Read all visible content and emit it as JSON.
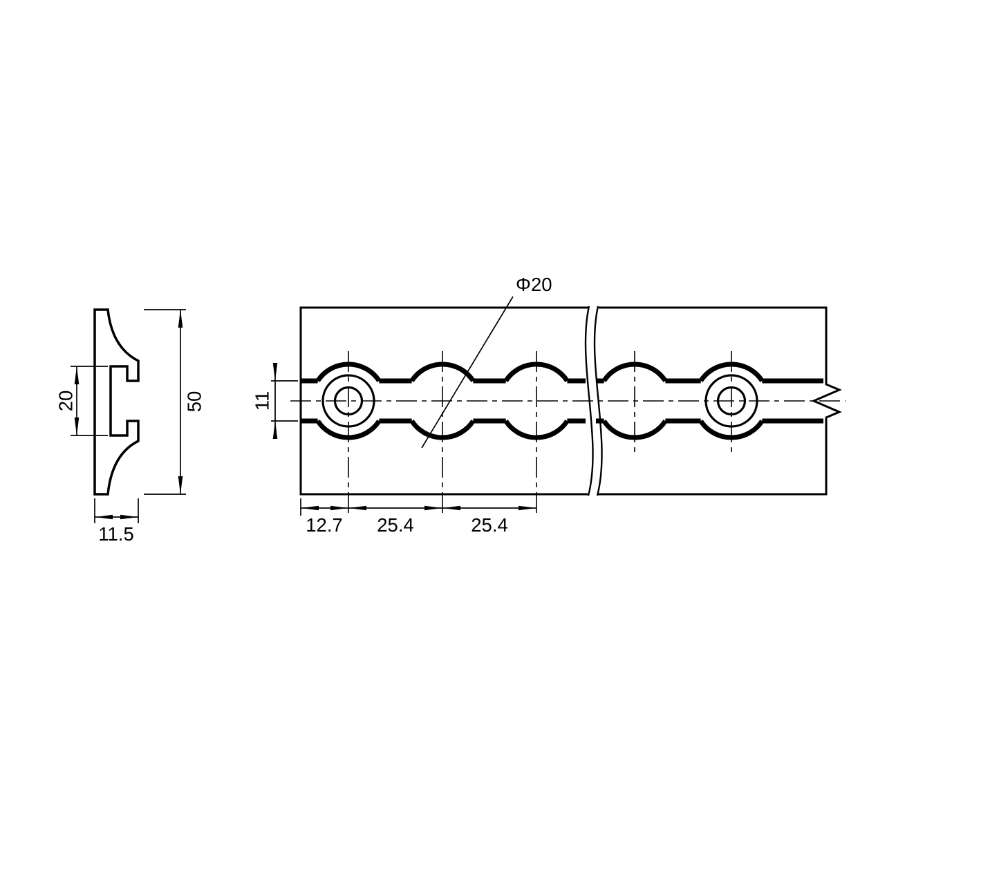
{
  "colors": {
    "background": "#ffffff",
    "line": "#000000"
  },
  "section_view": {
    "channel_width_label": "20",
    "overall_width_label": "50",
    "thickness_label": "11.5"
  },
  "plan_view": {
    "hole_diameter_label": "Φ20",
    "slot_width_label": "11",
    "edge_to_first_hole_label": "12.7",
    "pitch_label_1": "25.4",
    "pitch_label_2": "25.4"
  }
}
